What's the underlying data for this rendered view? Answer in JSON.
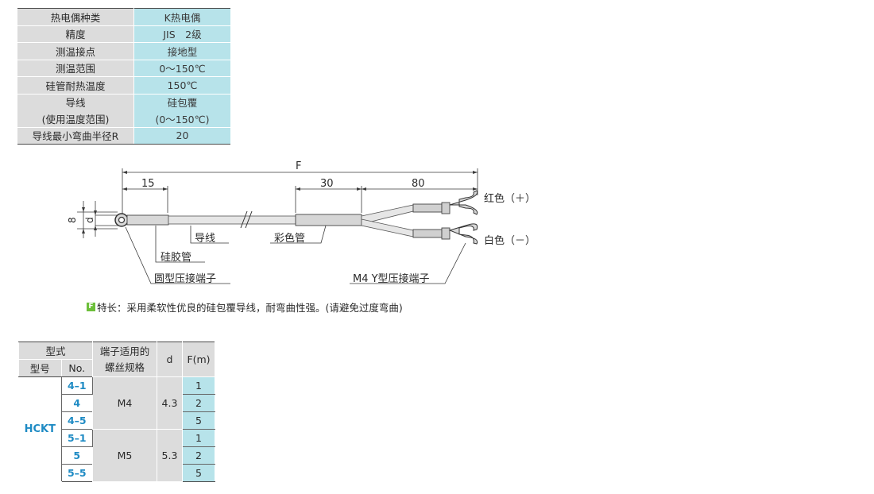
{
  "spec": [
    {
      "label": "热电偶种类",
      "value": "K热电偶"
    },
    {
      "label": "精度",
      "value": "JIS　2级"
    },
    {
      "label": "测温接点",
      "value": "接地型"
    },
    {
      "label": "测温范围",
      "value": "0～150℃"
    },
    {
      "label": "硅管耐热温度",
      "value": "150℃"
    },
    {
      "label": "导线",
      "value": "硅包覆"
    },
    {
      "label": "(使用温度范围)",
      "value": "(0～150℃)"
    },
    {
      "label": "导线最小弯曲半径R",
      "value": "20"
    }
  ],
  "drawing": {
    "dim_F": "F",
    "dim_15": "15",
    "dim_30": "30",
    "dim_80": "80",
    "dim_8": "8",
    "dim_d": "d",
    "label_red": "红色（＋）",
    "label_white": "白色（－）",
    "label_lead": "导线",
    "label_color_tube": "彩色管",
    "label_silicone_tube": "硅胶管",
    "label_ring_terminal": "圆型压接端子",
    "label_y_terminal": "M4 Y型压接端子"
  },
  "feature": {
    "badge": "F",
    "text": "特长：采用柔软性优良的硅包覆导线，耐弯曲性强。(请避免过度弯曲)"
  },
  "model_table": {
    "header_type": "型式",
    "header_model": "型号",
    "header_no": "No.",
    "header_screw_1": "端子适用的",
    "header_screw_2": "螺丝规格",
    "header_d": "d",
    "header_F": "F(m)",
    "model": "HCKT",
    "groups": [
      {
        "screw": "M4",
        "d": "4.3",
        "rows": [
          {
            "no": "4–1",
            "F": "1"
          },
          {
            "no": "4",
            "F": "2"
          },
          {
            "no": "4–5",
            "F": "5"
          }
        ]
      },
      {
        "screw": "M5",
        "d": "5.3",
        "rows": [
          {
            "no": "5–1",
            "F": "1"
          },
          {
            "no": "5",
            "F": "2"
          },
          {
            "no": "5–5",
            "F": "5"
          }
        ]
      }
    ]
  }
}
